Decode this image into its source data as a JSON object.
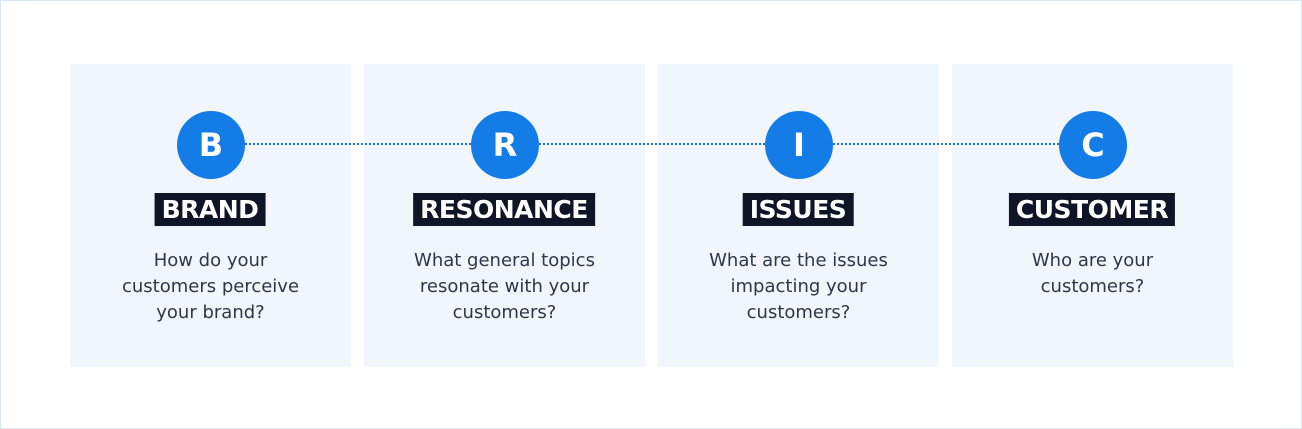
{
  "steps": [
    {
      "letter": "B",
      "label": "BRAND",
      "lines": [
        "How do your",
        "customers perceive",
        "your brand?"
      ]
    },
    {
      "letter": "R",
      "label": "RESONANCE",
      "lines": [
        "What general topics",
        "resonate with your",
        "customers?"
      ]
    },
    {
      "letter": "I",
      "label": "ISSUES",
      "lines": [
        "What are the issues",
        "impacting your",
        "customers?"
      ]
    },
    {
      "letter": "C",
      "label": "CUSTOMER",
      "lines": [
        "Who are your",
        "customers?"
      ]
    }
  ],
  "colors": {
    "accent": "#137ce6",
    "label_bg": "#0e1526",
    "panel_bg": "#f1f6fc",
    "text": "#2e3648"
  }
}
